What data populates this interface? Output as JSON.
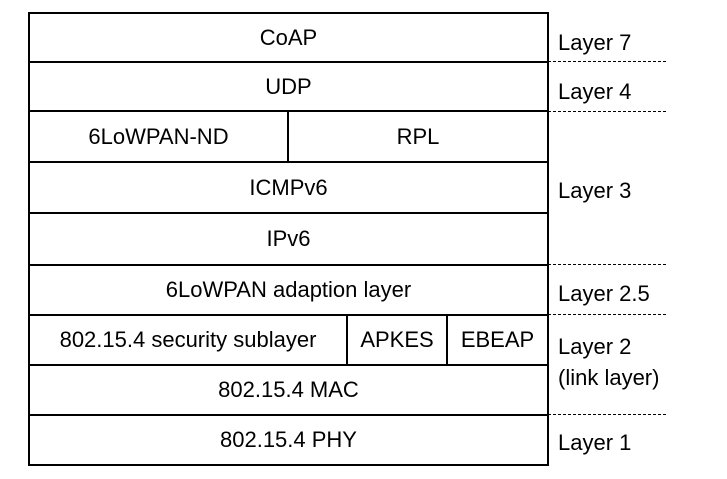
{
  "diagram": {
    "stack": {
      "coap": "CoAP",
      "udp": "UDP",
      "lowpan_nd": "6LoWPAN-ND",
      "rpl": "RPL",
      "icmpv6": "ICMPv6",
      "ipv6": "IPv6",
      "adaption": "6LoWPAN adaption layer",
      "security_sublayer": "802.15.4 security sublayer",
      "apkes": "APKES",
      "ebeap": "EBEAP",
      "mac": "802.15.4 MAC",
      "phy": "802.15.4 PHY"
    },
    "layers": {
      "layer7": "Layer 7",
      "layer4": "Layer 4",
      "layer3": "Layer 3",
      "layer25": "Layer 2.5",
      "layer2_line1": "Layer 2",
      "layer2_line2": "(link layer)",
      "layer1": "Layer 1"
    },
    "colors": {
      "stroke": "#000000",
      "fill": "#ffffff"
    }
  }
}
